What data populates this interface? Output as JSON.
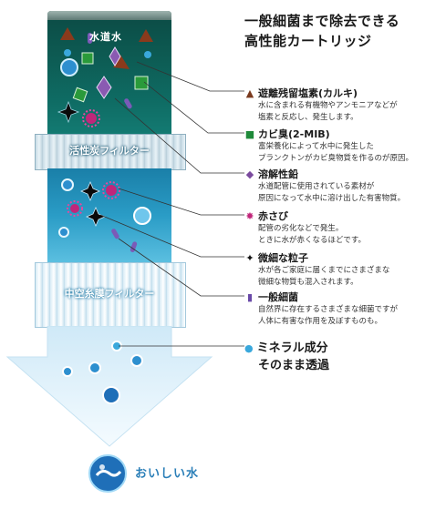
{
  "title": {
    "line1": "一般細菌まで除去できる",
    "line2": "高性能カートリッジ"
  },
  "cartridge": {
    "water_label": "水道水",
    "carbon_filter_label": "活性炭フィルター",
    "hollow_filter_label": "中空糸膜フィルター"
  },
  "result_label": "おいしい水",
  "legend": [
    {
      "marker": "▲",
      "marker_color": "#7a3a1e",
      "icon_name": "triangle-icon",
      "heading": "遊離残留塩素(カルキ)",
      "lines": [
        "水に含まれる有機物やアンモニアなどが",
        "塩素と反応し、発生します。"
      ]
    },
    {
      "marker": "■",
      "marker_color": "#1f8a3a",
      "icon_name": "square-icon",
      "heading": "カビ臭(2-MIB)",
      "lines": [
        "富栄養化によって水中に発生した",
        "プランクトンがカビ臭物質を作るのが原因。"
      ]
    },
    {
      "marker": "◆",
      "marker_color": "#7b4a9e",
      "icon_name": "diamond-icon",
      "heading": "溶解性鉛",
      "lines": [
        "水道配管に使用されている素材が",
        "原因になって水中に溶け出した有害物質。"
      ]
    },
    {
      "marker": "✸",
      "marker_color": "#c0267a",
      "icon_name": "burst-icon",
      "heading": "赤さび",
      "lines": [
        "配管の劣化などで発生。",
        "ときに水が赤くなるほどです。"
      ]
    },
    {
      "marker": "✦",
      "marker_color": "#111111",
      "icon_name": "star-icon",
      "heading": "微細な粒子",
      "lines": [
        "水が各ご家庭に届くまでにさまざまな",
        "微細な物質も混入されます。"
      ]
    },
    {
      "marker": "▮",
      "marker_color": "#6a4aa8",
      "icon_name": "bacteria-icon",
      "heading": "一般細菌",
      "lines": [
        "自然界に存在するさまざまな細菌ですが",
        "人体に有害な作用を及ぼすものも。"
      ]
    }
  ],
  "mineral": {
    "marker": "●",
    "marker_color": "#3aa8dc",
    "line1": "ミネラル成分",
    "line2": "そのまま透過"
  },
  "colors": {
    "cartridge_dark": "#0b4a44",
    "filter_blue": "#2a9cc6",
    "arrow_light": "#d8eef9",
    "accent_blue": "#2b7fb8"
  }
}
